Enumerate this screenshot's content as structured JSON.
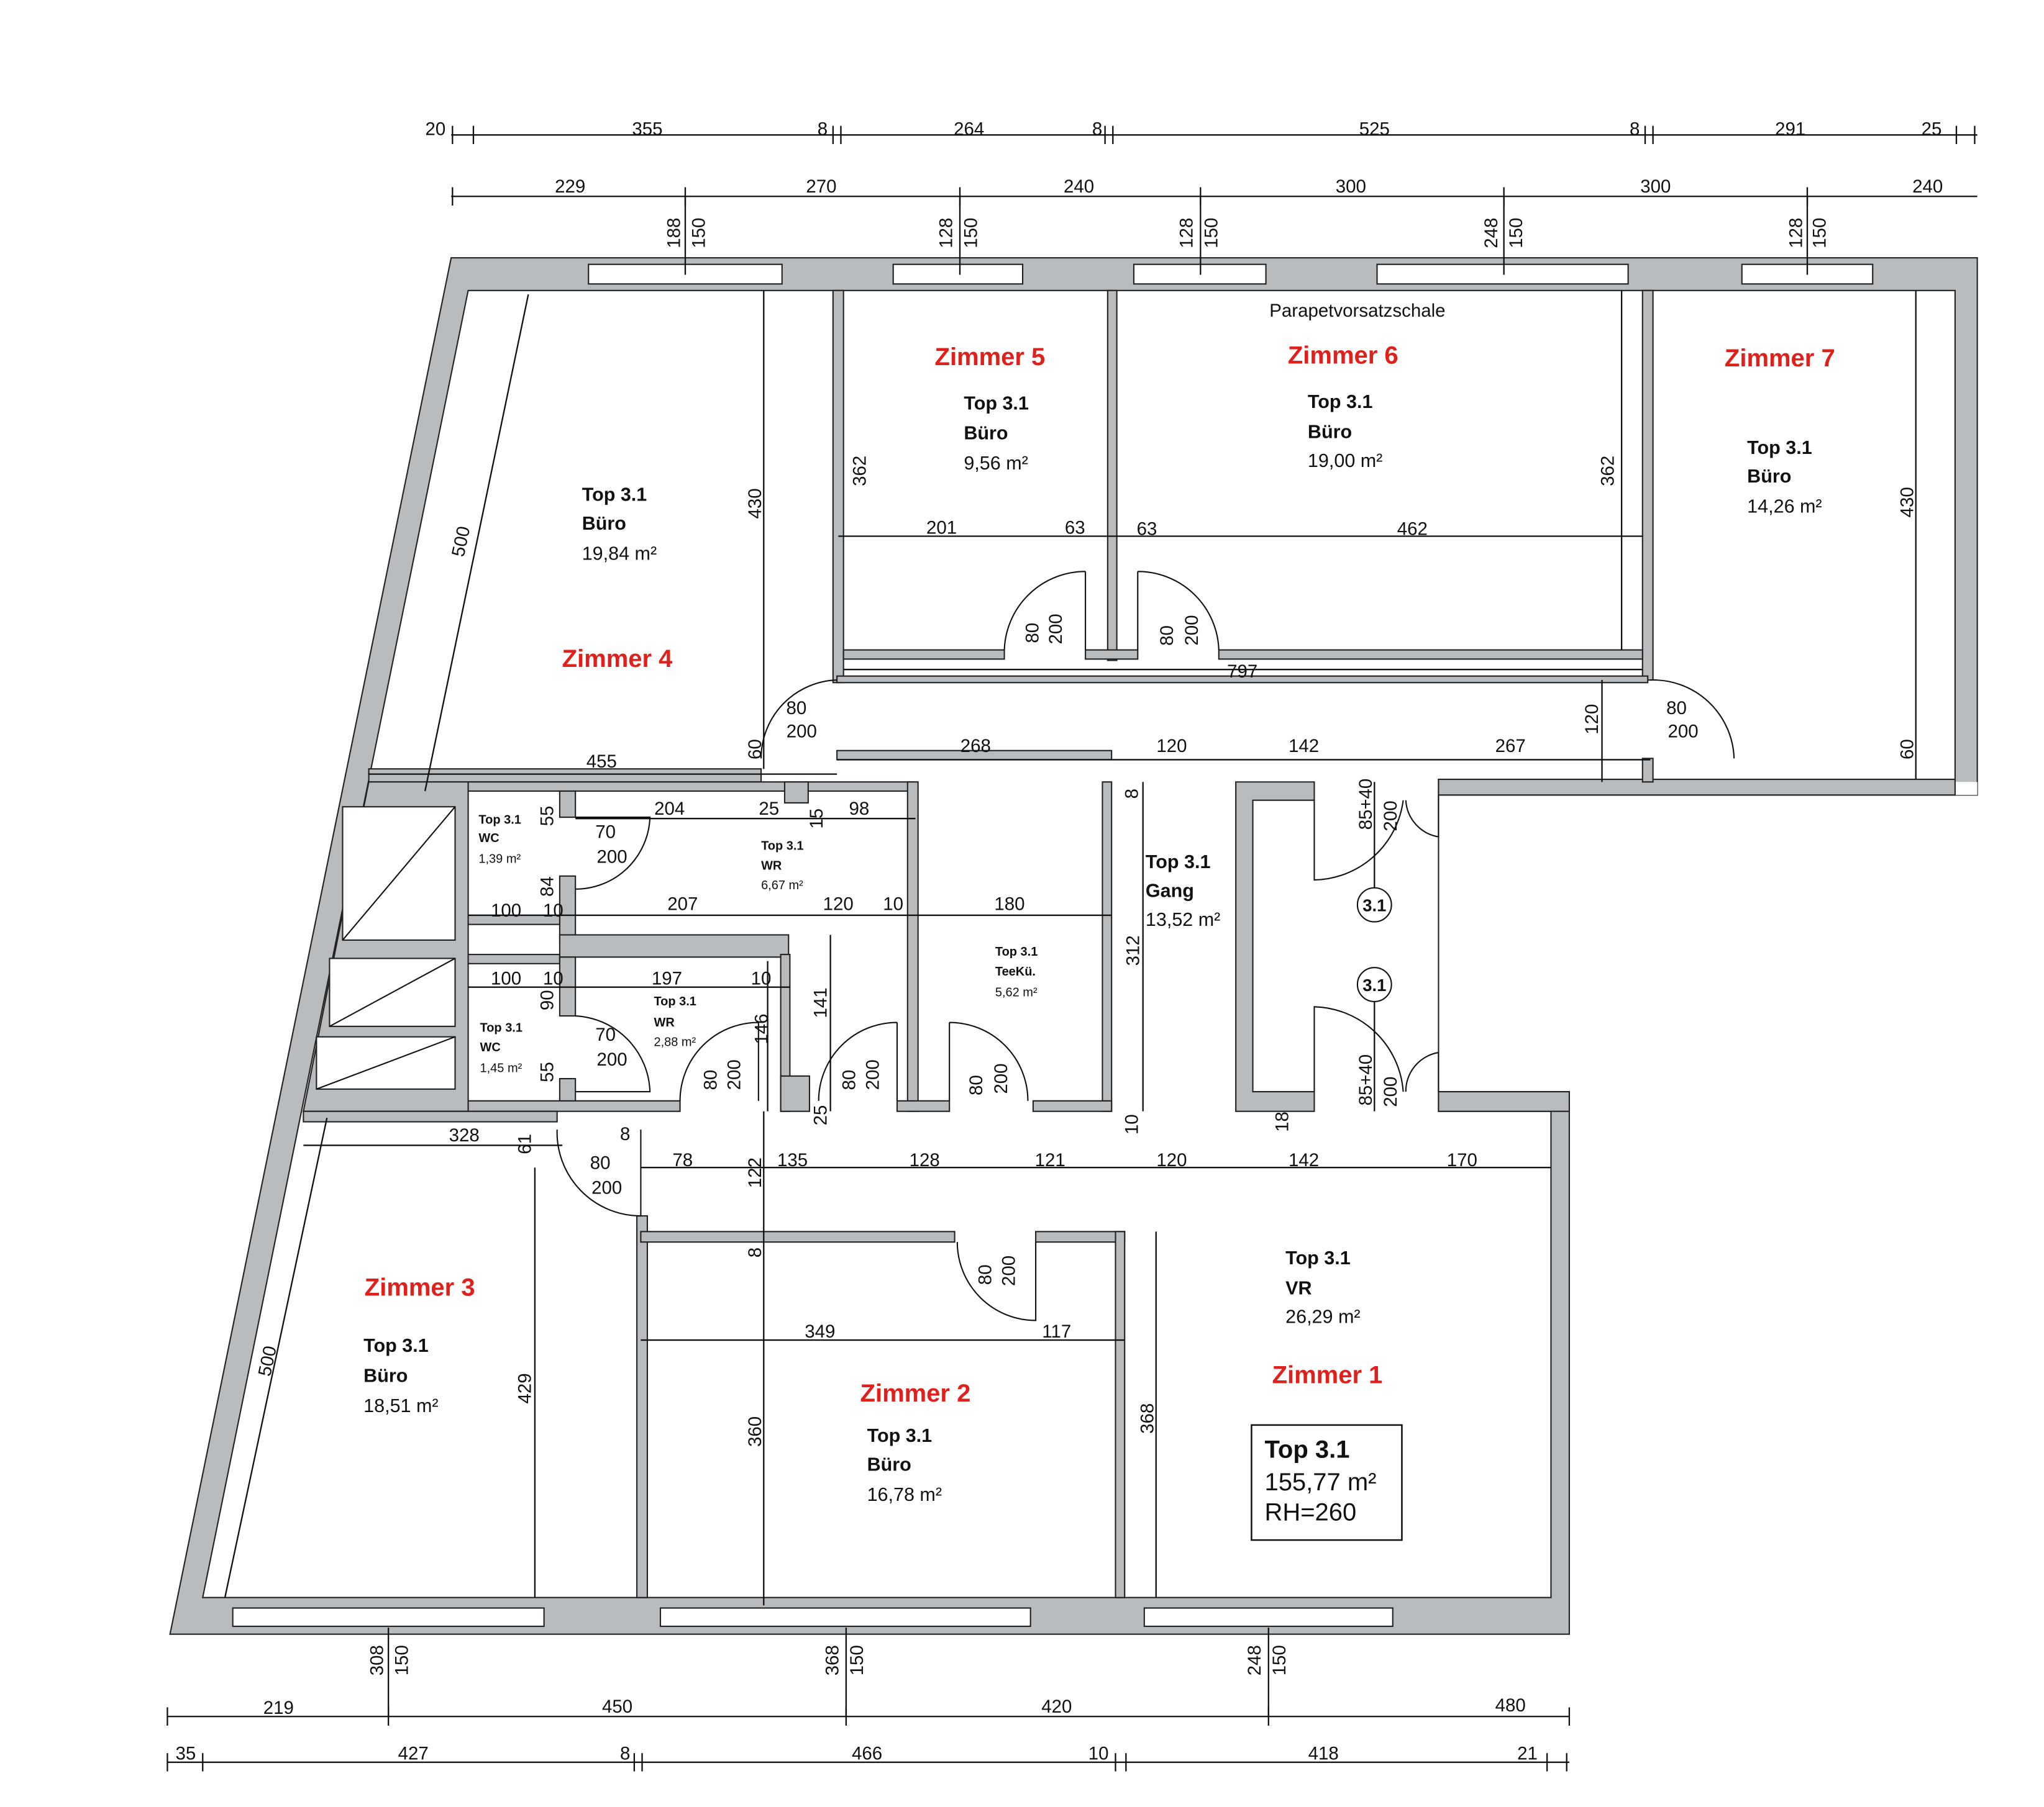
{
  "plan": {
    "title_box": {
      "unit": "Top 3.1",
      "area": "155,77 m²",
      "room_height": "RH=260"
    },
    "parapet_label": "Parapetvorsatzschale",
    "rooms": {
      "zimmer4": {
        "name": "Zimmer 4",
        "unit": "Top 3.1",
        "type": "Büro",
        "area": "19,84 m²"
      },
      "zimmer5": {
        "name": "Zimmer 5",
        "unit": "Top 3.1",
        "type": "Büro",
        "area": "9,56 m²"
      },
      "zimmer6": {
        "name": "Zimmer 6",
        "unit": "Top 3.1",
        "type": "Büro",
        "area": "19,00 m²"
      },
      "zimmer7": {
        "name": "Zimmer 7",
        "unit": "Top 3.1",
        "type": "Büro",
        "area": "14,26 m²"
      },
      "zimmer3": {
        "name": "Zimmer 3",
        "unit": "Top 3.1",
        "type": "Büro",
        "area": "18,51 m²"
      },
      "zimmer2": {
        "name": "Zimmer 2",
        "unit": "Top 3.1",
        "type": "Büro",
        "area": "16,78 m²"
      },
      "zimmer1": {
        "name": "Zimmer 1",
        "unit": "Top 3.1",
        "type": "VR",
        "area": "26,29 m²"
      },
      "wc1": {
        "unit": "Top 3.1",
        "type": "WC",
        "area": "1,39 m²"
      },
      "wr1": {
        "unit": "Top 3.1",
        "type": "WR",
        "area": "6,67 m²"
      },
      "wc2": {
        "unit": "Top 3.1",
        "type": "WC",
        "area": "1,45 m²"
      },
      "wr2": {
        "unit": "Top 3.1",
        "type": "WR",
        "area": "2,88 m²"
      },
      "teekueche": {
        "unit": "Top 3.1",
        "type": "TeeKü.",
        "area": "5,62 m²"
      },
      "gang": {
        "unit": "Top 3.1",
        "type": "Gang",
        "area": "13,52 m²"
      }
    },
    "markers": [
      "3.1",
      "3.1"
    ],
    "dims": {
      "top1": [
        "20",
        "355",
        "8",
        "264",
        "8",
        "525",
        "8",
        "291",
        "25"
      ],
      "top2": [
        "229",
        "270",
        "240",
        "300",
        "300",
        "240"
      ],
      "top_windows": [
        [
          "188",
          "150"
        ],
        [
          "128",
          "150"
        ],
        [
          "128",
          "150"
        ],
        [
          "248",
          "150"
        ],
        [
          "128",
          "150"
        ]
      ],
      "bottom1": [
        "219",
        "450",
        "420",
        "480"
      ],
      "bottom2": [
        "35",
        "427",
        "8",
        "466",
        "10",
        "418",
        "21"
      ],
      "bottom_windows": [
        [
          "308",
          "150"
        ],
        [
          "368",
          "150"
        ],
        [
          "248",
          "150"
        ]
      ],
      "interior": [
        "500",
        "430",
        "362",
        "201",
        "63",
        "63",
        "462",
        "362",
        "430",
        "80",
        "200",
        "80",
        "200",
        "797",
        "80",
        "200",
        "60",
        "455",
        "268",
        "120",
        "142",
        "267",
        "120",
        "80",
        "200",
        "60",
        "8",
        "85+40",
        "200",
        "204",
        "25",
        "15",
        "98",
        "55",
        "70",
        "200",
        "84",
        "100",
        "10",
        "207",
        "120",
        "10",
        "180",
        "100",
        "10",
        "197",
        "10",
        "90",
        "70",
        "200",
        "55",
        "146",
        "141",
        "80",
        "200",
        "80",
        "200",
        "80",
        "200",
        "25",
        "312",
        "10",
        "18",
        "85+40",
        "200",
        "328",
        "61",
        "8",
        "80",
        "200",
        "78",
        "122",
        "135",
        "128",
        "121",
        "120",
        "142",
        "170",
        "8",
        "80",
        "200",
        "349",
        "117",
        "500",
        "429",
        "360",
        "368"
      ]
    }
  }
}
